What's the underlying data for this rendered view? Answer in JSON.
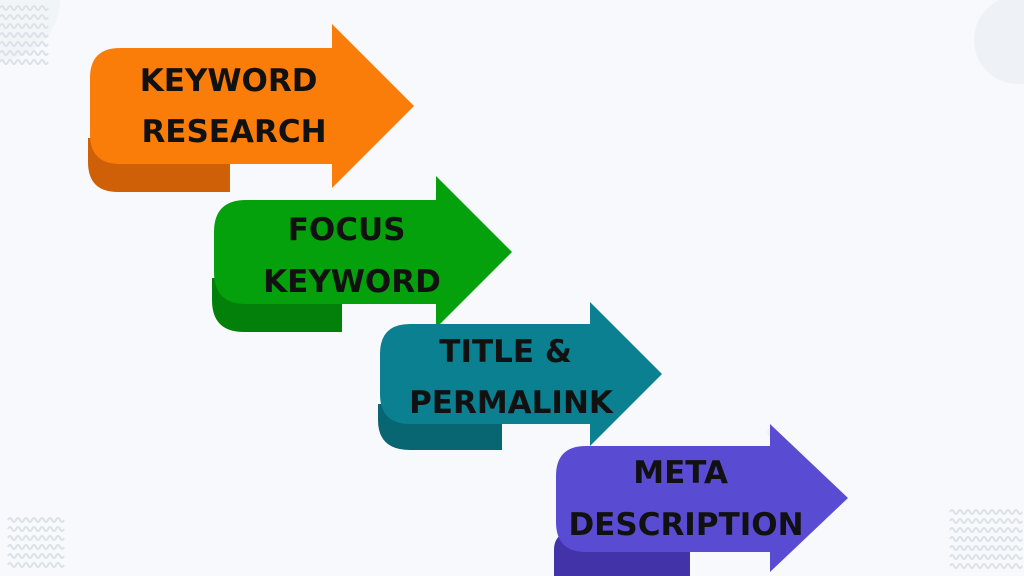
{
  "steps": [
    {
      "lines": [
        "KEYWORD",
        "RESEARCH"
      ],
      "color": "#fa7d09",
      "shade": "#cf6008"
    },
    {
      "lines": [
        "FOCUS",
        "KEYWORD"
      ],
      "color": "#04a10c",
      "shade": "#03800a"
    },
    {
      "lines": [
        "TITLE &",
        "PERMALINK"
      ],
      "color": "#0a8090",
      "shade": "#086572"
    },
    {
      "lines": [
        "META",
        "DESCRIPTION"
      ],
      "color": "#5a4bd3",
      "shade": "#4234a8"
    }
  ],
  "decor": {
    "wave_color": "#dde2e9",
    "circle_color": "#eef1f5"
  }
}
